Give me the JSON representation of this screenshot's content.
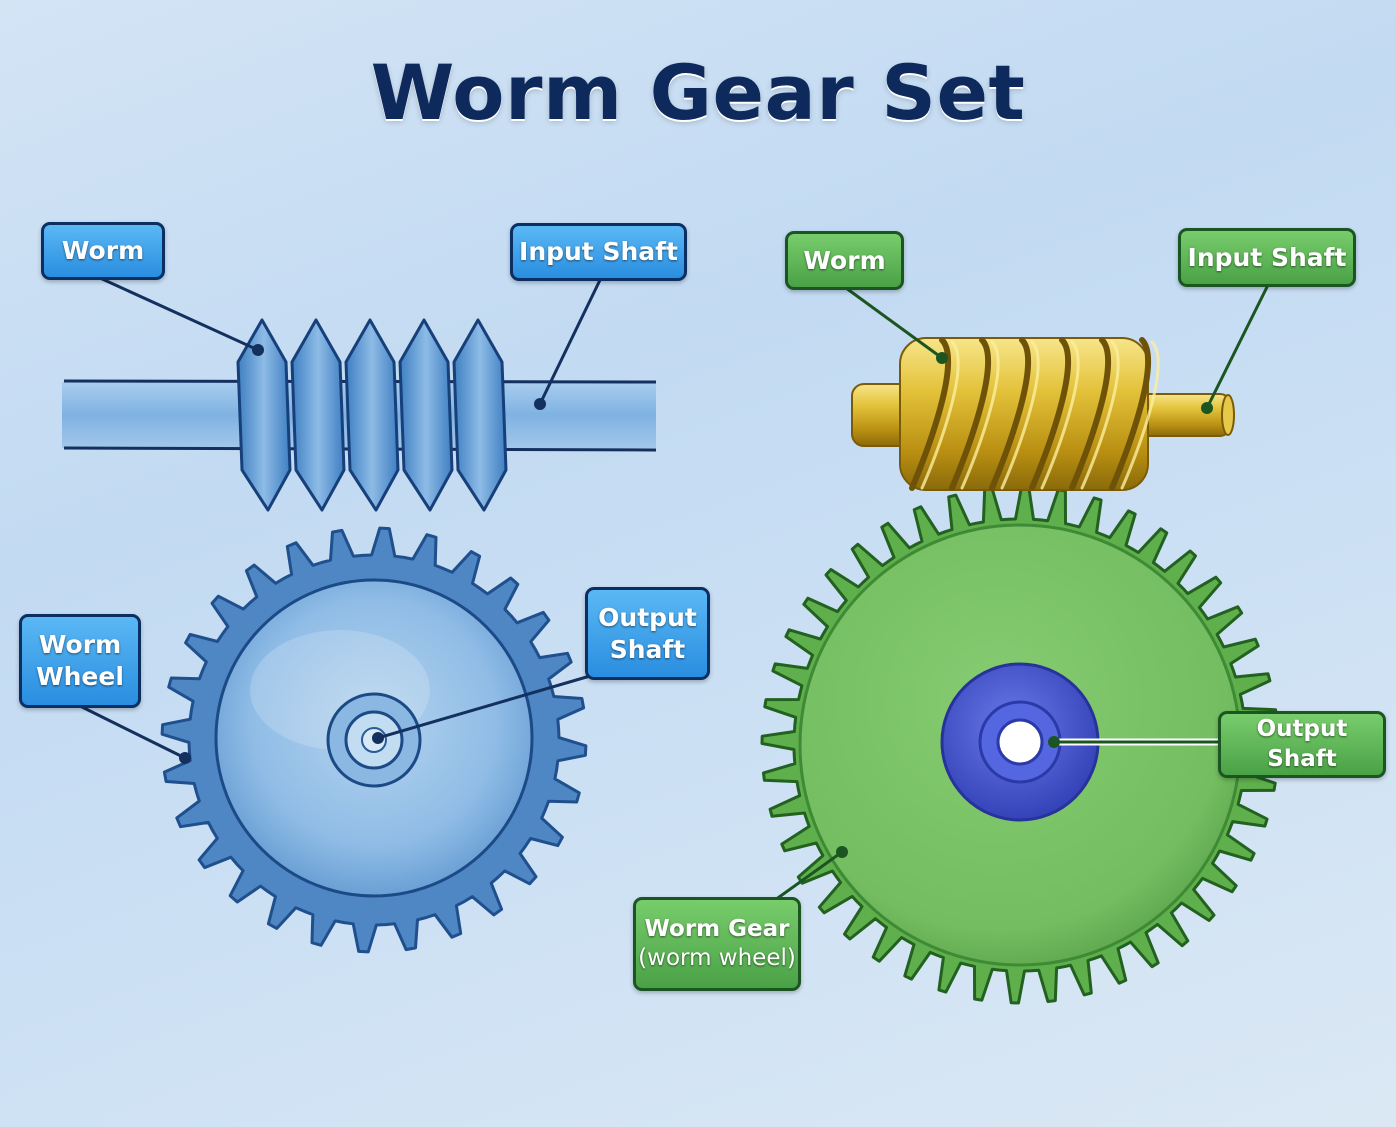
{
  "title": "Worm Gear Set",
  "left_diagram": {
    "worm_label": "Worm",
    "input_shaft_label": "Input Shaft",
    "worm_wheel_label_line1": "Worm",
    "worm_wheel_label_line2": "Wheel",
    "output_shaft_label_line1": "Output",
    "output_shaft_label_line2": "Shaft"
  },
  "right_diagram": {
    "worm_label": "Worm",
    "input_shaft_label": "Input Shaft",
    "output_shaft_label": "Output Shaft",
    "worm_gear_label_line1": "Worm Gear",
    "worm_gear_label_line2": "(worm wheel)"
  },
  "colors": {
    "left_label_fill": "#2f95e4",
    "left_label_border": "#0b2f63",
    "left_gear": "#6aa3d8",
    "right_label_fill": "#56ad50",
    "right_label_border": "#1b5622",
    "right_gear": "#7dc46a",
    "right_worm": "#d9b42a",
    "right_hub": "#4a5ad6",
    "title": "#0e2a5c"
  }
}
